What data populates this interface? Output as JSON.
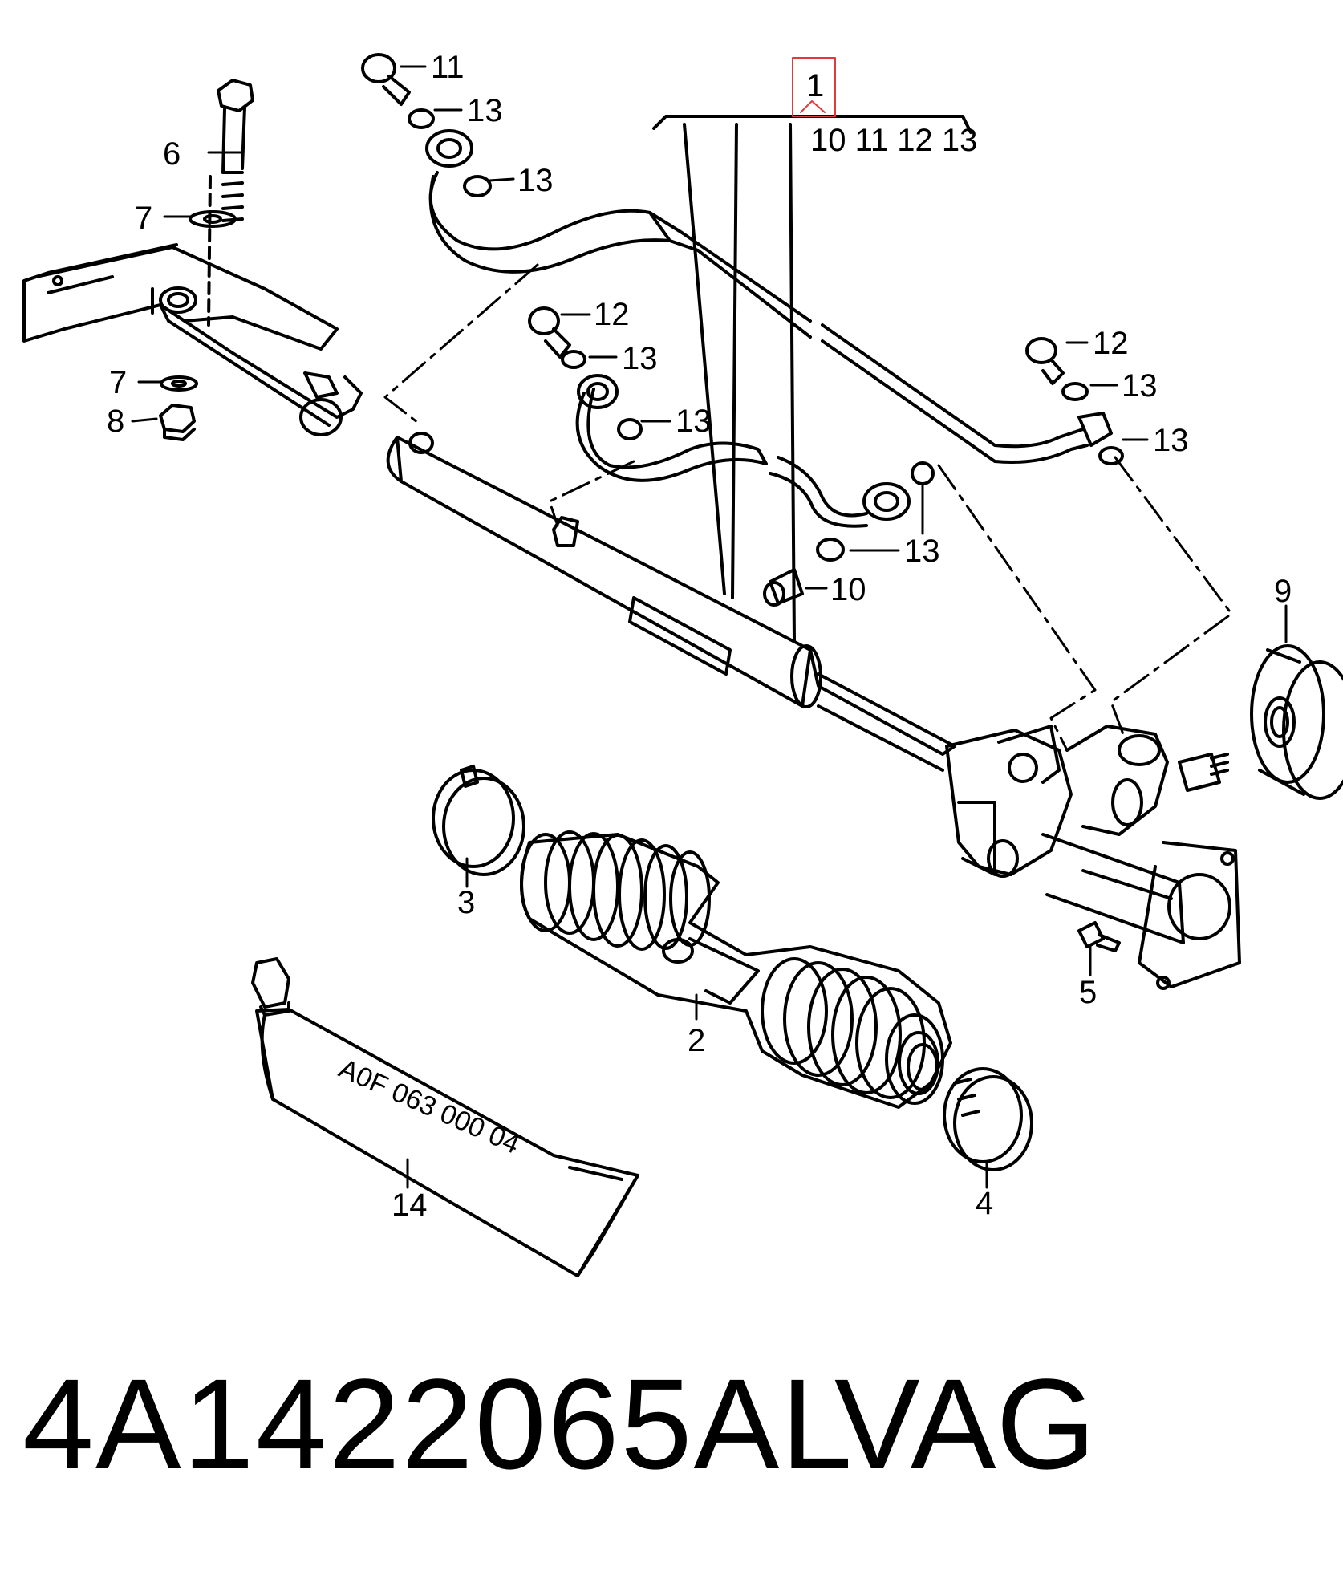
{
  "diagram": {
    "callouts": {
      "c1": "1",
      "c1_sub": "10 11 12 13",
      "c2": "2",
      "c3": "3",
      "c4": "4",
      "c5": "5",
      "c6": "6",
      "c7a": "7",
      "c7b": "7",
      "c8": "8",
      "c9": "9",
      "c10": "10",
      "c11": "11",
      "c12a": "12",
      "c12b": "12",
      "c13a": "13",
      "c13b": "13",
      "c13c": "13",
      "c13d": "13",
      "c13e": "13",
      "c13f": "13",
      "c13g": "13",
      "c14": "14"
    },
    "tube_text": "A0F 063 000 04",
    "highlight_color": "#e03a3a"
  },
  "footer": {
    "part_number": "4A1422065AL",
    "brand": "VAG"
  }
}
